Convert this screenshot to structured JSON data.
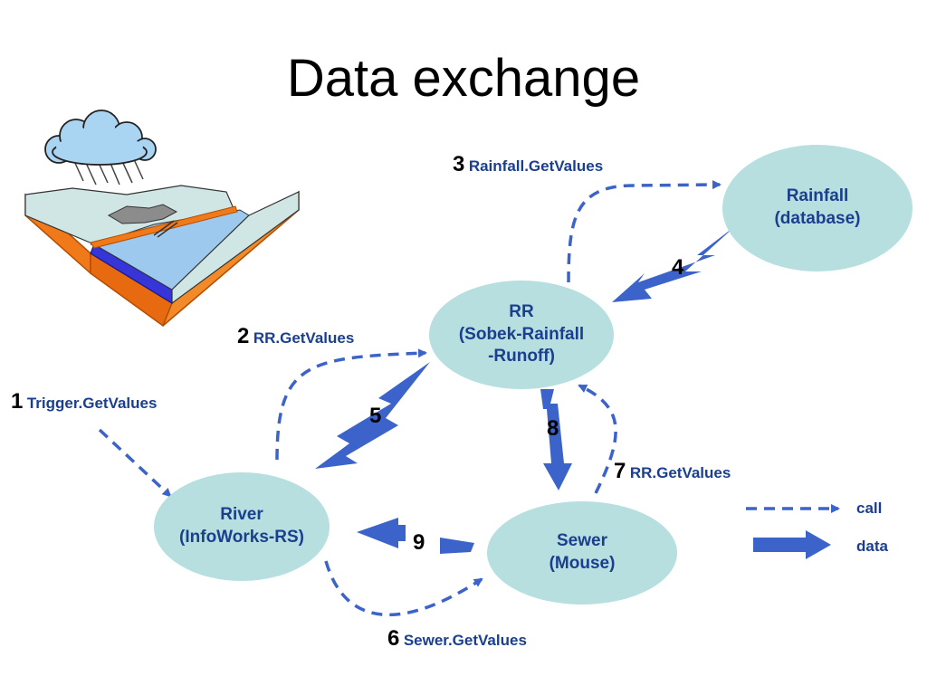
{
  "title": "Data exchange",
  "nodes": {
    "rainfall": {
      "line1": "Rainfall",
      "line2": "(database)"
    },
    "rr": {
      "line1": "RR",
      "line2": "(Sobek-Rainfall",
      "line3": "-Runoff)"
    },
    "river": {
      "line1": "River",
      "line2": "(InfoWorks-RS)"
    },
    "sewer": {
      "line1": "Sewer",
      "line2": "(Mouse)"
    }
  },
  "calls": [
    {
      "num": "1",
      "label": "Trigger.GetValues"
    },
    {
      "num": "2",
      "label": "RR.GetValues"
    },
    {
      "num": "3",
      "label": "Rainfall.GetValues"
    },
    {
      "num": "6",
      "label": "Sewer.GetValues"
    },
    {
      "num": "7",
      "label": "RR.GetValues"
    }
  ],
  "data_flows": [
    {
      "num": "4"
    },
    {
      "num": "5"
    },
    {
      "num": "8"
    },
    {
      "num": "9"
    }
  ],
  "legend": {
    "call": "call",
    "data": "data"
  },
  "colors": {
    "arrow": "#3b63c9",
    "node_fill": "#b7dfe0",
    "node_text": "#1b3f8f"
  }
}
